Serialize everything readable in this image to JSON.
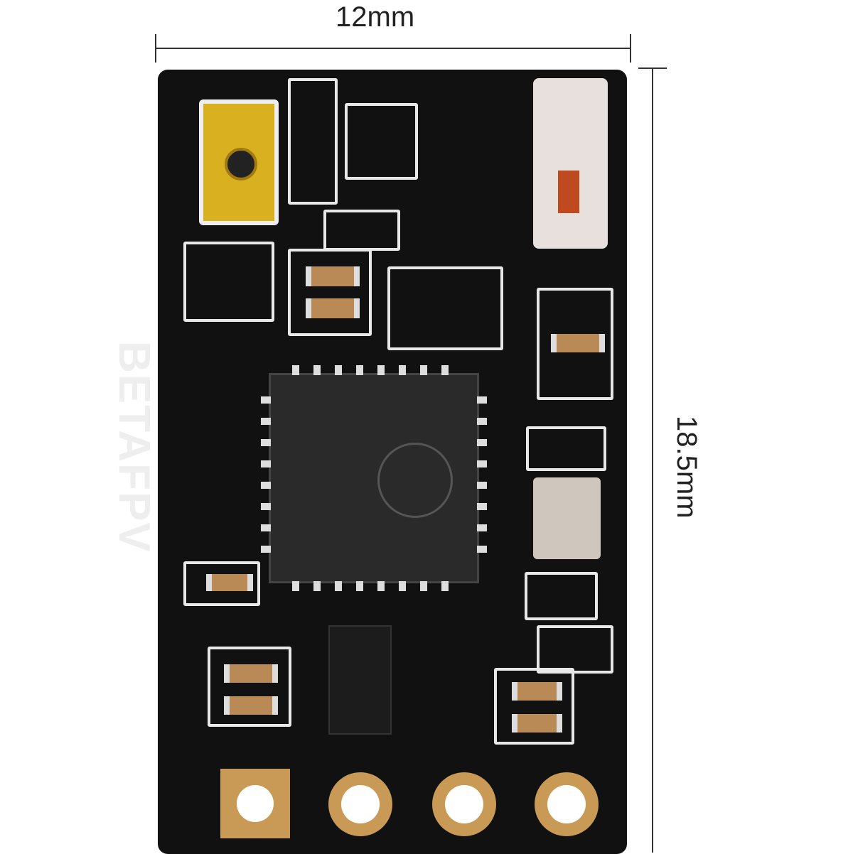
{
  "dimensions": {
    "width_label": "12mm",
    "height_label": "18.5mm"
  },
  "board": {
    "silkscreen": "BETAFPV"
  },
  "colors": {
    "pcb": "#111111",
    "gold": "#c89a56",
    "silk": "#eeeeee"
  }
}
